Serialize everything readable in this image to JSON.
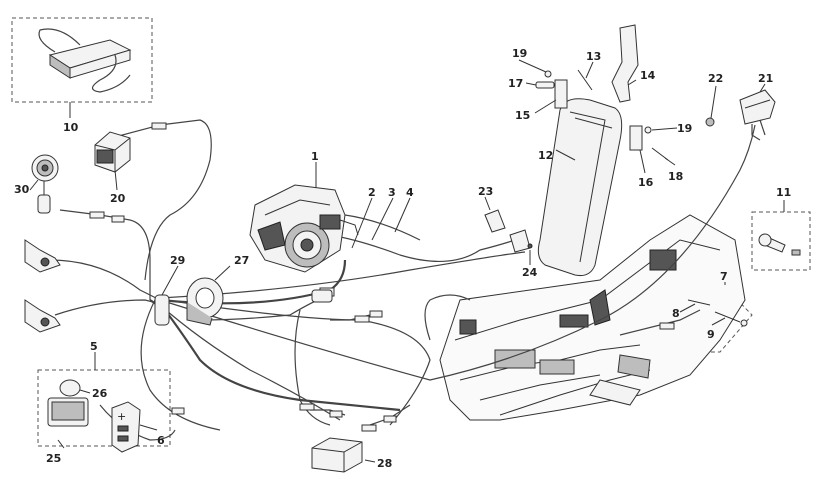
{
  "labels": {
    "p1": "1",
    "p2": "2",
    "p3": "3",
    "p4": "4",
    "p5": "5",
    "p6": "6",
    "p7": "7",
    "p8": "8",
    "p9": "9",
    "p10": "10",
    "p11": "11",
    "p12": "12",
    "p13": "13",
    "p14": "14",
    "p15": "15",
    "p16": "16",
    "p17": "17",
    "p18": "18",
    "p19a": "19",
    "p19b": "19",
    "p20": "20",
    "p21": "21",
    "p22": "22",
    "p23": "23",
    "p24": "24",
    "p25": "25",
    "p26": "26",
    "p27": "27",
    "p28": "28",
    "p29": "29",
    "p30": "30"
  }
}
